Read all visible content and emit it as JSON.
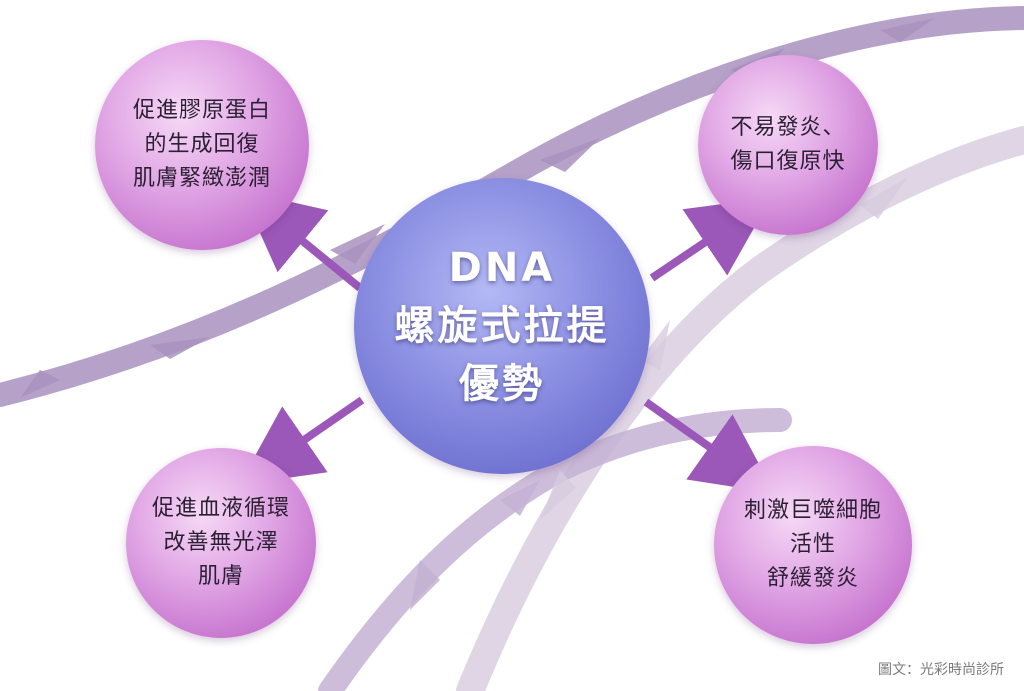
{
  "center": {
    "lines": [
      "DNA",
      "螺旋式拉提",
      "優勢"
    ]
  },
  "benefits": [
    {
      "lines": [
        "促進膠原蛋白",
        "的生成回復",
        "肌膚緊緻澎潤"
      ]
    },
    {
      "lines": [
        "不易發炎、",
        "傷口復原快"
      ]
    },
    {
      "lines": [
        "促進血液循環",
        "改善無光澤",
        "肌膚"
      ]
    },
    {
      "lines": [
        "刺激巨噬細胞",
        "活性",
        "舒緩發炎"
      ]
    }
  ],
  "credit": "圖文：光彩時尚診所",
  "colors": {
    "center": "#7c7fdb",
    "satellite": "#d591da",
    "arrow": "#9b58b8",
    "thread": "#b7a0c8"
  }
}
